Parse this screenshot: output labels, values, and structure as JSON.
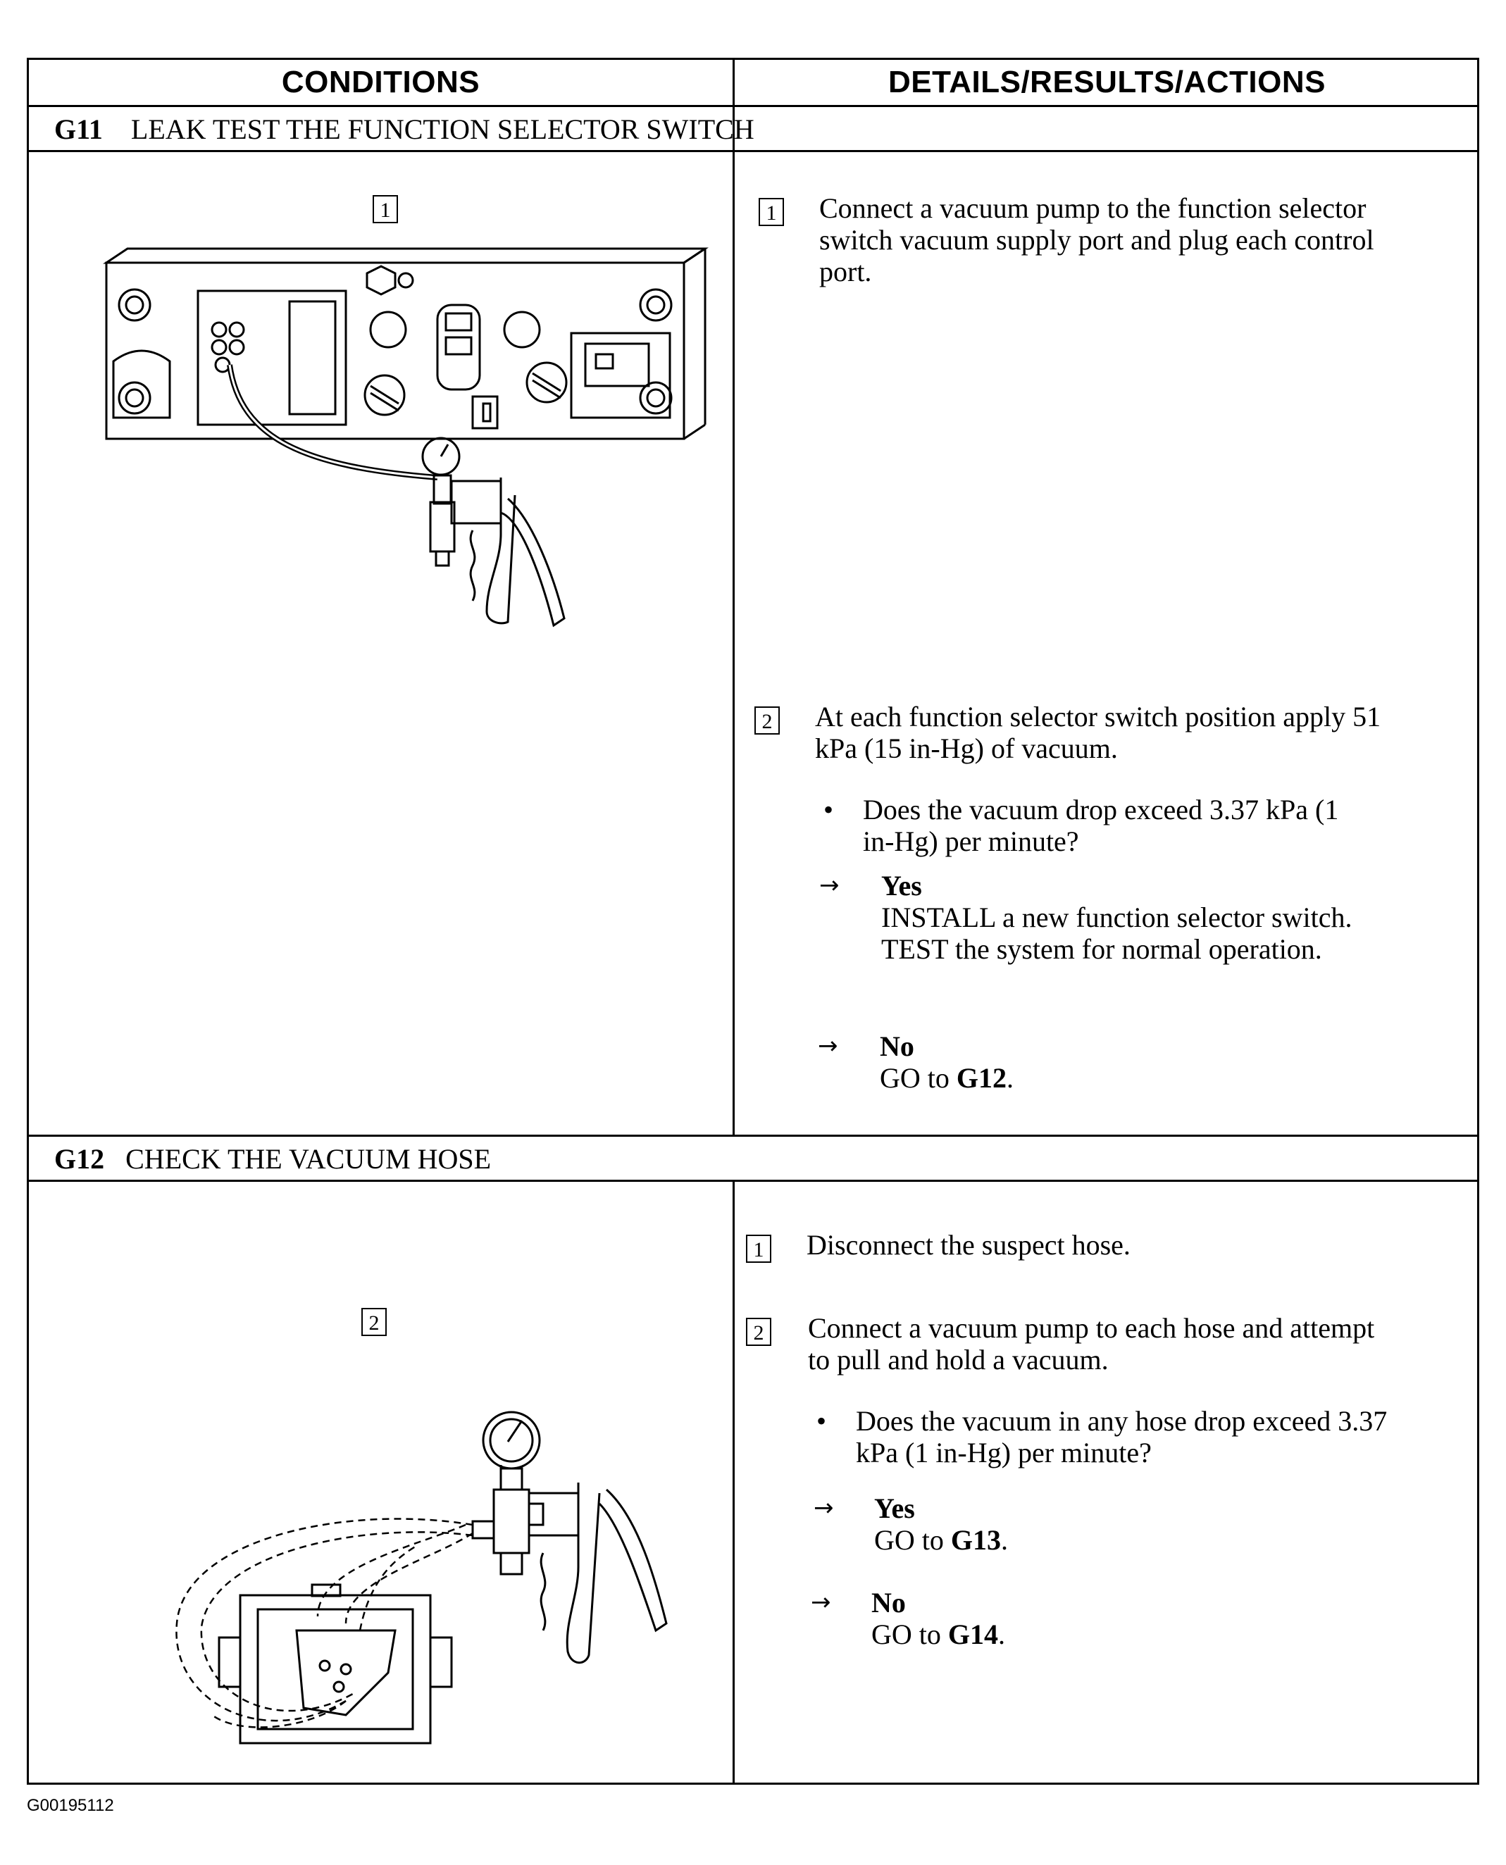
{
  "header": {
    "conditions": "CONDITIONS",
    "details": "DETAILS/RESULTS/ACTIONS"
  },
  "sections": [
    {
      "code": "G11",
      "title": "LEAK TEST THE FUNCTION SELECTOR SWITCH",
      "figure_callout": "1",
      "steps": [
        {
          "num": "1",
          "text": [
            "Connect a vacuum pump to the function selector",
            "switch vacuum supply port and plug each control",
            "port."
          ]
        },
        {
          "num": "2",
          "text": [
            "At each function selector switch position apply 51",
            "kPa (15 in-Hg) of vacuum."
          ],
          "question": [
            "Does the vacuum drop exceed 3.37 kPa (1",
            "in-Hg) per minute?"
          ],
          "yes": {
            "label": "Yes",
            "lines": [
              "INSTALL a new function selector switch.",
              "TEST  the system for normal operation."
            ]
          },
          "no": {
            "label": "No",
            "lines_prefix": "GO to ",
            "target": "G12",
            "suffix": "."
          }
        }
      ]
    },
    {
      "code": "G12",
      "title": "CHECK THE VACUUM HOSE",
      "figure_callout": "2",
      "steps": [
        {
          "num": "1",
          "text": [
            "Disconnect the suspect hose."
          ]
        },
        {
          "num": "2",
          "text": [
            "Connect a vacuum pump to each hose and attempt",
            "to pull and hold a vacuum."
          ],
          "question": [
            "Does the vacuum in any hose drop exceed 3.37",
            "kPa (1 in-Hg) per minute?"
          ],
          "yes": {
            "label": "Yes",
            "lines_prefix": "GO to ",
            "target": "G13",
            "suffix": "."
          },
          "no": {
            "label": "No",
            "lines_prefix": "GO to ",
            "target": "G14",
            "suffix": "."
          }
        }
      ]
    }
  ],
  "bullet_symbol": "•",
  "arrow_symbol": "→",
  "figure_id": "G00195112"
}
